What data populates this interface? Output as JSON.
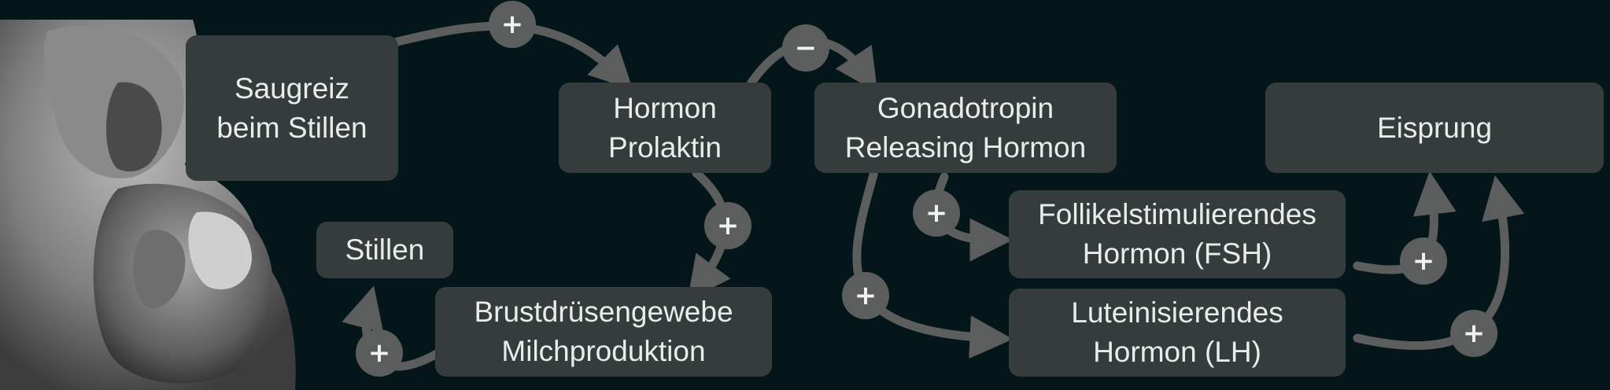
{
  "nodes": {
    "saugreiz": "Saugreiz\nbeim Stillen",
    "prolaktin": "Hormon\nProlaktin",
    "gnrh": "Gonadotropin\nReleasing Hormon",
    "eisprung": "Eisprung",
    "fsh": "Follikelstimulierendes\nHormon (FSH)",
    "lh": "Luteinisierendes\nHormon (LH)",
    "stillen": "Stillen",
    "brustdruese": "Brustdrüsengewebe\nMilchproduktion"
  },
  "signs": {
    "saugreiz_prolaktin": "+",
    "prolaktin_gnrh": "−",
    "prolaktin_brust": "+",
    "gnrh_fsh": "+",
    "gnrh_lh": "+",
    "fsh_eisprung": "+",
    "lh_eisprung": "+",
    "brust_stillen": "+"
  },
  "colors": {
    "background": "#04161a",
    "box": "#353c3b",
    "arrow": "#5b5e5d",
    "text": "#e9ecea"
  }
}
